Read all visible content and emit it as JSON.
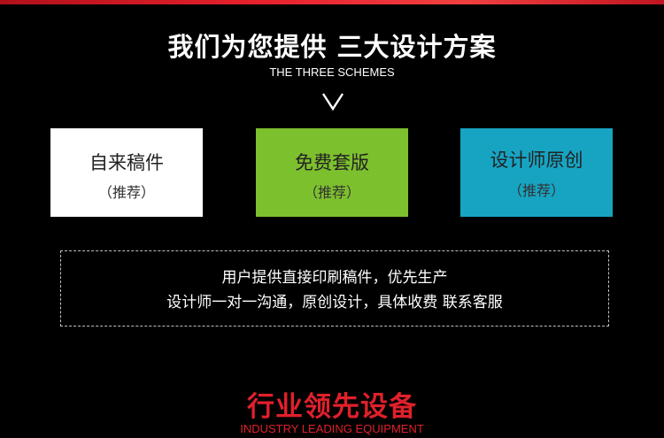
{
  "colors": {
    "background": "#000000",
    "accent_red": "#e0202b",
    "card_white": "#ffffff",
    "card_green": "#7dc02e",
    "card_blue": "#17a4c2"
  },
  "header": {
    "title": "我们为您提供 三大设计方案",
    "subtitle": "THE THREE SCHEMES",
    "arrow_icon": "chevron-down-icon"
  },
  "schemes": [
    {
      "label": "自来稿件",
      "note": "（推荐）"
    },
    {
      "label": "免费套版",
      "note": "（推荐）"
    },
    {
      "label": "设计师原创",
      "note": "（推荐）"
    }
  ],
  "info": {
    "line1": "用户提供直接印刷稿件，优先生产",
    "line2": "设计师一对一沟通，原创设计，具体收费 联系客服"
  },
  "section": {
    "title": "行业领先设备",
    "subtitle": "INDUSTRY LEADING EQUIPMENT"
  }
}
